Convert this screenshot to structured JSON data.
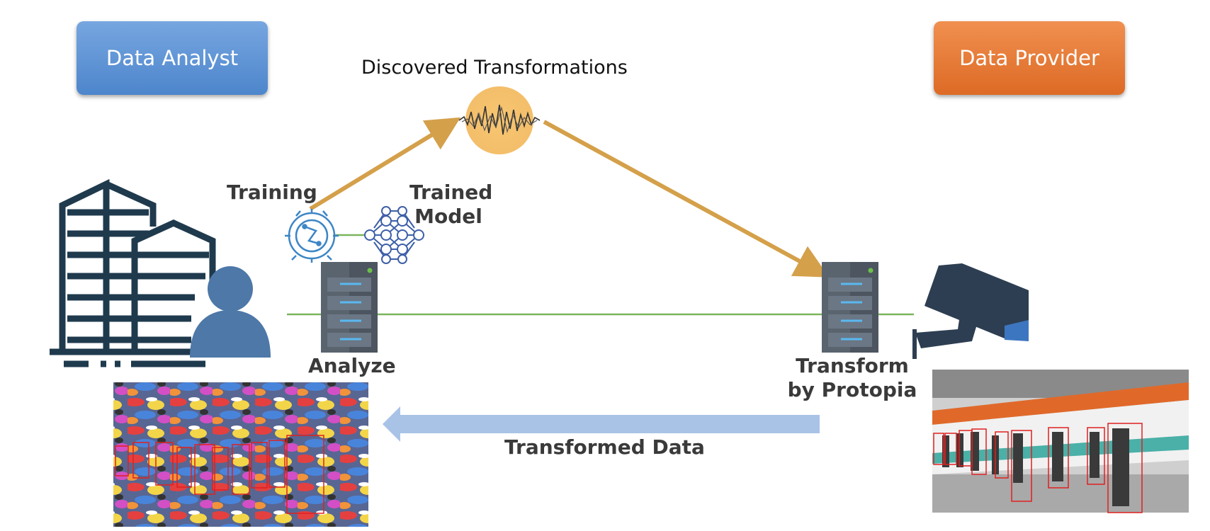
{
  "roles": {
    "analyst": "Data Analyst",
    "provider": "Data Provider"
  },
  "labels": {
    "discovered": "Discovered Transformations",
    "training": "Training",
    "trained_model_line1": "Trained",
    "trained_model_line2": "Model",
    "analyze": "Analyze",
    "transform_line1": "Transform",
    "transform_line2": "by Protopia",
    "transformed_data": "Transformed Data"
  },
  "colors": {
    "analyst": "#5b8fd4",
    "provider": "#e8763a",
    "gold_arrow": "#d4a04a",
    "link_line": "#7ab55c",
    "data_arrow": "#a9c3e6",
    "detection_box": "#e02020"
  },
  "icons": [
    "building-icon",
    "person-icon",
    "brain-gear-icon",
    "neural-network-icon",
    "server-icon",
    "waveform-icon",
    "security-camera-icon"
  ]
}
